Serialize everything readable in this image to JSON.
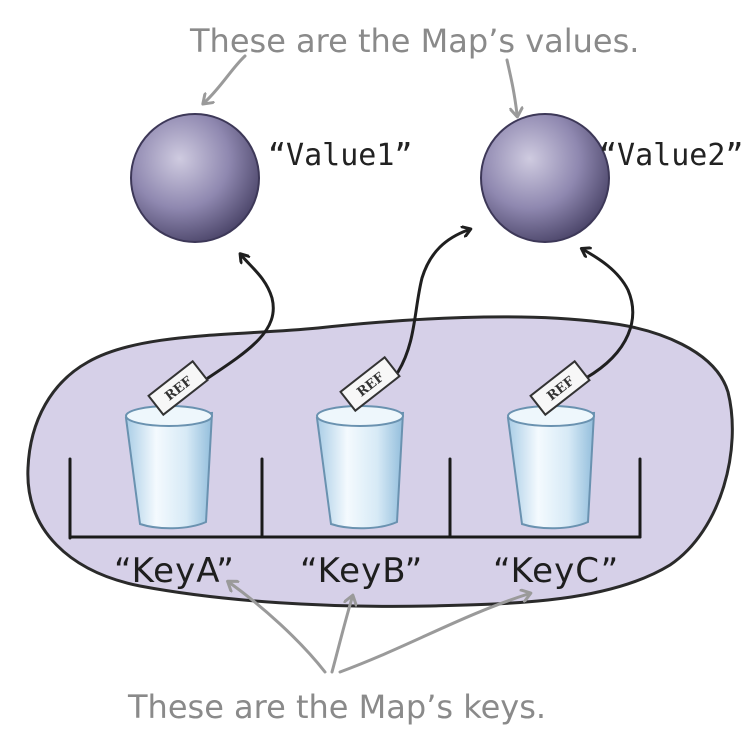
{
  "annotations": {
    "top": "These are the Map’s values.",
    "bottom": "These are the Map’s keys."
  },
  "values": [
    {
      "label": "“Value1”"
    },
    {
      "label": "“Value2”"
    }
  ],
  "keys": [
    {
      "label": "“KeyA”",
      "ref": "REF"
    },
    {
      "label": "“KeyB”",
      "ref": "REF"
    },
    {
      "label": "“KeyC”",
      "ref": "REF"
    }
  ],
  "colors": {
    "map_blob": "#d6d0e8",
    "value_ball": "#8c84ad",
    "cup": "#cde4f2",
    "pointer": "#1f1f1f",
    "annotation_arrow": "#9a9a9a"
  }
}
